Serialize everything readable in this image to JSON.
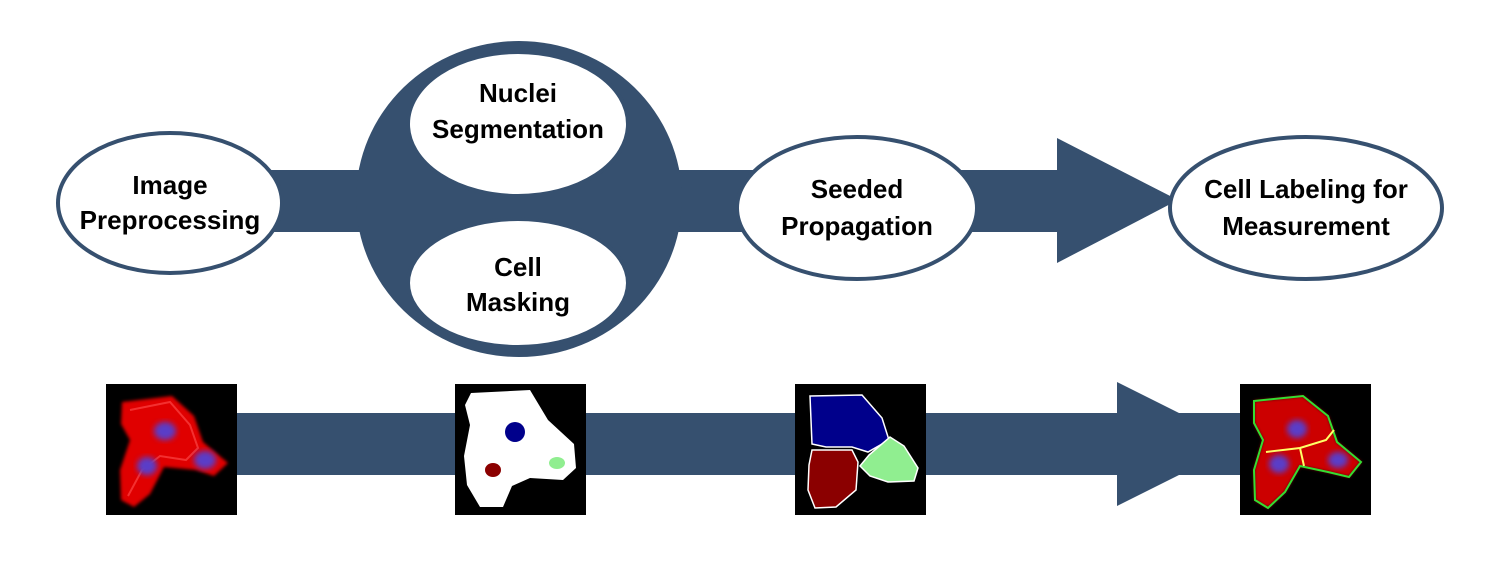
{
  "colors": {
    "flow": "#36506f",
    "node_fill": "#ffffff",
    "node_stroke": "#36506f",
    "text": "#000000"
  },
  "steps": [
    {
      "line1": "Image",
      "line2": "Preprocessing"
    },
    {
      "line1": "Nuclei",
      "line2": "Segmentation"
    },
    {
      "line1": "Cell",
      "line2": "Masking"
    },
    {
      "line1": "Seeded",
      "line2": "Propagation"
    },
    {
      "line1": "Cell Labeling for",
      "line2": "Measurement"
    }
  ],
  "images": [
    {
      "icon": "stained-cells-image"
    },
    {
      "icon": "binary-mask-with-nuclei-image"
    },
    {
      "icon": "propagated-regions-image"
    },
    {
      "icon": "labeled-cell-outlines-image"
    }
  ]
}
